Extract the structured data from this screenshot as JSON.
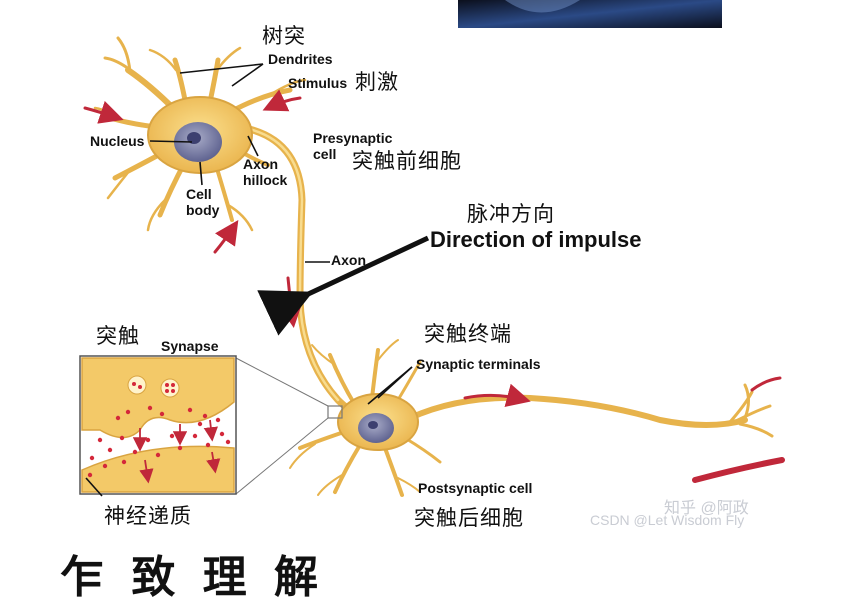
{
  "labels": {
    "dendrites_zh": "树突",
    "dendrites_en": "Dendrites",
    "stimulus_en": "Stimulus",
    "stimulus_zh": "刺激",
    "nucleus_en": "Nucleus",
    "axon_hillock_en_1": "Axon",
    "axon_hillock_en_2": "hillock",
    "cell_body_en_1": "Cell",
    "cell_body_en_2": "body",
    "presynaptic_en_1": "Presynaptic",
    "presynaptic_en_2": "cell",
    "presynaptic_zh": "突触前细胞",
    "impulse_zh": "脉冲方向",
    "impulse_en": "Direction of impulse",
    "axon_en": "Axon",
    "synapse_zh": "突触",
    "synapse_en": "Synapse",
    "terminals_zh": "突触终端",
    "terminals_en": "Synaptic terminals",
    "neurotransmitter_zh": "神经递质",
    "postsynaptic_en": "Postsynaptic cell",
    "postsynaptic_zh": "突触后细胞"
  },
  "watermarks": {
    "zhihu": "知乎 @阿政",
    "csdn": "CSDN @Let Wisdom Fly"
  },
  "bottom_heading": "乍 致 理 解",
  "colors": {
    "cell_fill": "#f3c968",
    "cell_edge": "#d9a441",
    "nucleus": "#7b7fa5",
    "arrow_red": "#c0283a",
    "neurotransmitter": "#d4283a",
    "inset_bg": "#fde7a8",
    "dark_photo": "#0b0f1c"
  }
}
